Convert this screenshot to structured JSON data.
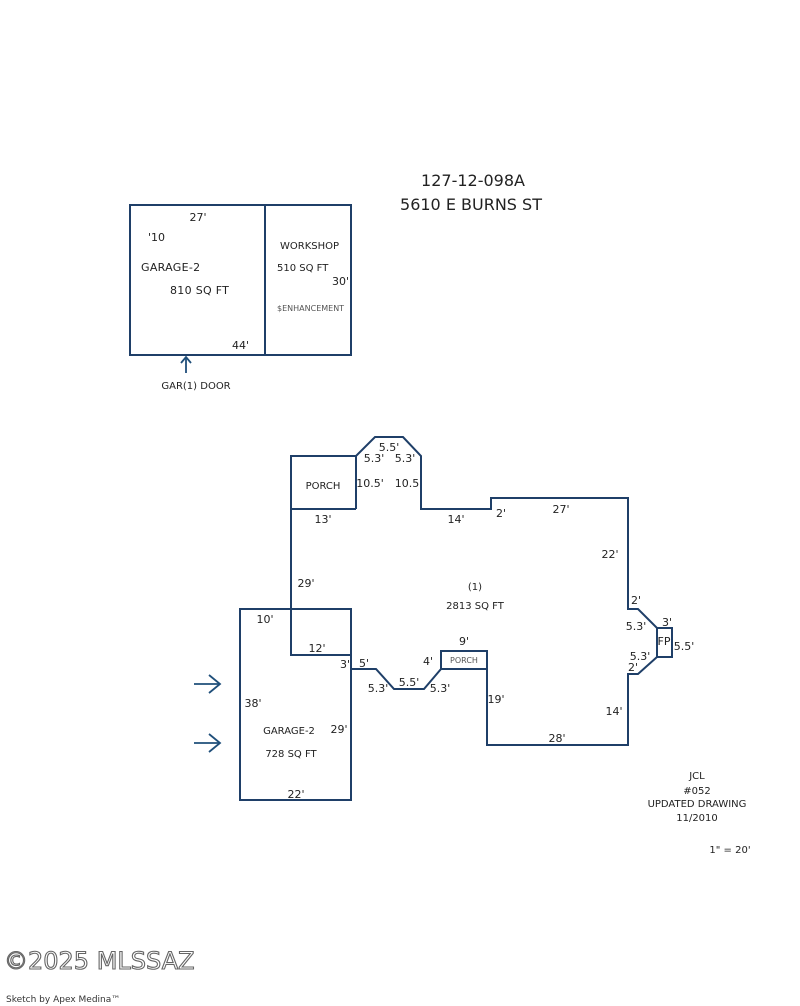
{
  "header": {
    "parcel": "127-12-098A",
    "address": "5610 E BURNS ST"
  },
  "detached": {
    "garage_name": "GARAGE-2",
    "garage_area": "810 SQ FT",
    "garage_year": "'10",
    "garage_top_dim": "27'",
    "garage_bottom_dim": "44'",
    "workshop_name": "WORKSHOP",
    "workshop_area": "510 SQ FT",
    "workshop_dim": "30'",
    "enhancement": "$ENHANCEMENT",
    "door_label": "GAR(1) DOOR"
  },
  "main": {
    "name": "(1)",
    "area": "2813 SQ FT",
    "porch_label": "PORCH",
    "small_porch_label": "PORCH",
    "fp_label": "FP",
    "dims": {
      "porch_bottom": "13'",
      "bay_top": "5.5'",
      "bay_left_angle": "5.3'",
      "bay_right_angle": "5.3'",
      "bay_left": "10.5'",
      "bay_right": "10.5",
      "top_mid": "14'",
      "step": "2'",
      "top_right": "27'",
      "right_upper": "22'",
      "fp_top_step": "2'",
      "fp_top": "3'",
      "fp_upper_angle": "5.3'",
      "fp_side": "5.5'",
      "fp_lower_angle": "5.3'",
      "fp_bottom_step": "2'",
      "right_lower": "14'",
      "bottom": "28'",
      "left_upper": "29'",
      "garage_top": "10'",
      "notch_bottom": "12'",
      "notch_drop": "3'",
      "front_a": "5'",
      "front_angle_left": "5.3'",
      "front_mid": "5.5'",
      "front_angle_right": "5.3'",
      "front_step": "4'",
      "small_porch_top": "9'",
      "right_inner": "19'"
    }
  },
  "garage2": {
    "name": "GARAGE-2",
    "area": "728 SQ FT",
    "left_dim": "38'",
    "right_dim": "29'",
    "bottom_dim": "22'"
  },
  "notes": {
    "author": "JCL",
    "number": "#052",
    "status": "UPDATED DRAWING",
    "date": "11/2010",
    "scale": "1\" = 20'"
  },
  "footer": {
    "watermark": "©2025 MLSSAZ",
    "credit": "Sketch by Apex Medina™"
  },
  "colors": {
    "wall": "#1f3f68",
    "arrow": "#1f4f7a"
  }
}
